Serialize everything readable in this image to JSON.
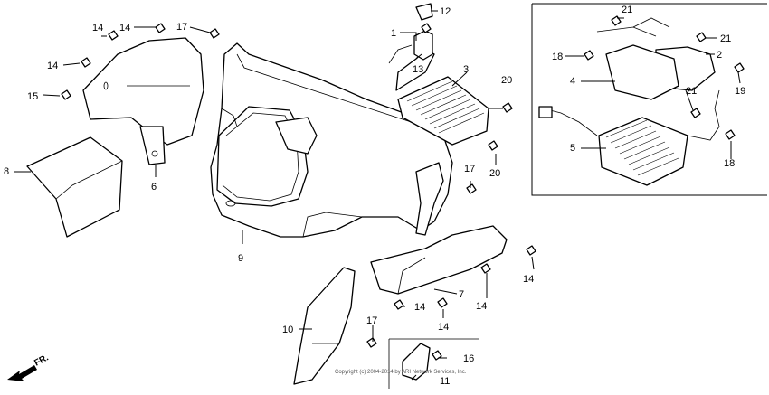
{
  "labels": {
    "p1": "1",
    "p2": "2",
    "p3": "3",
    "p4": "4",
    "p5": "5",
    "p6": "6",
    "p7": "7",
    "p8": "8",
    "p9": "9",
    "p10": "10",
    "p11": "11",
    "p12": "12",
    "p13": "13",
    "p14a": "14",
    "p14b": "14",
    "p14c": "14",
    "p14d": "14",
    "p14e": "14",
    "p14f": "14",
    "p14g": "14",
    "p15": "15",
    "p16": "16",
    "p17a": "17",
    "p17b": "17",
    "p17c": "17",
    "p18a": "18",
    "p18b": "18",
    "p19": "19",
    "p20a": "20",
    "p20b": "20",
    "p21a": "21",
    "p21b": "21",
    "p21c": "21"
  },
  "direction": "FR.",
  "watermark": "Copyright (c) 2004-2014 by ARI Network Services, Inc."
}
